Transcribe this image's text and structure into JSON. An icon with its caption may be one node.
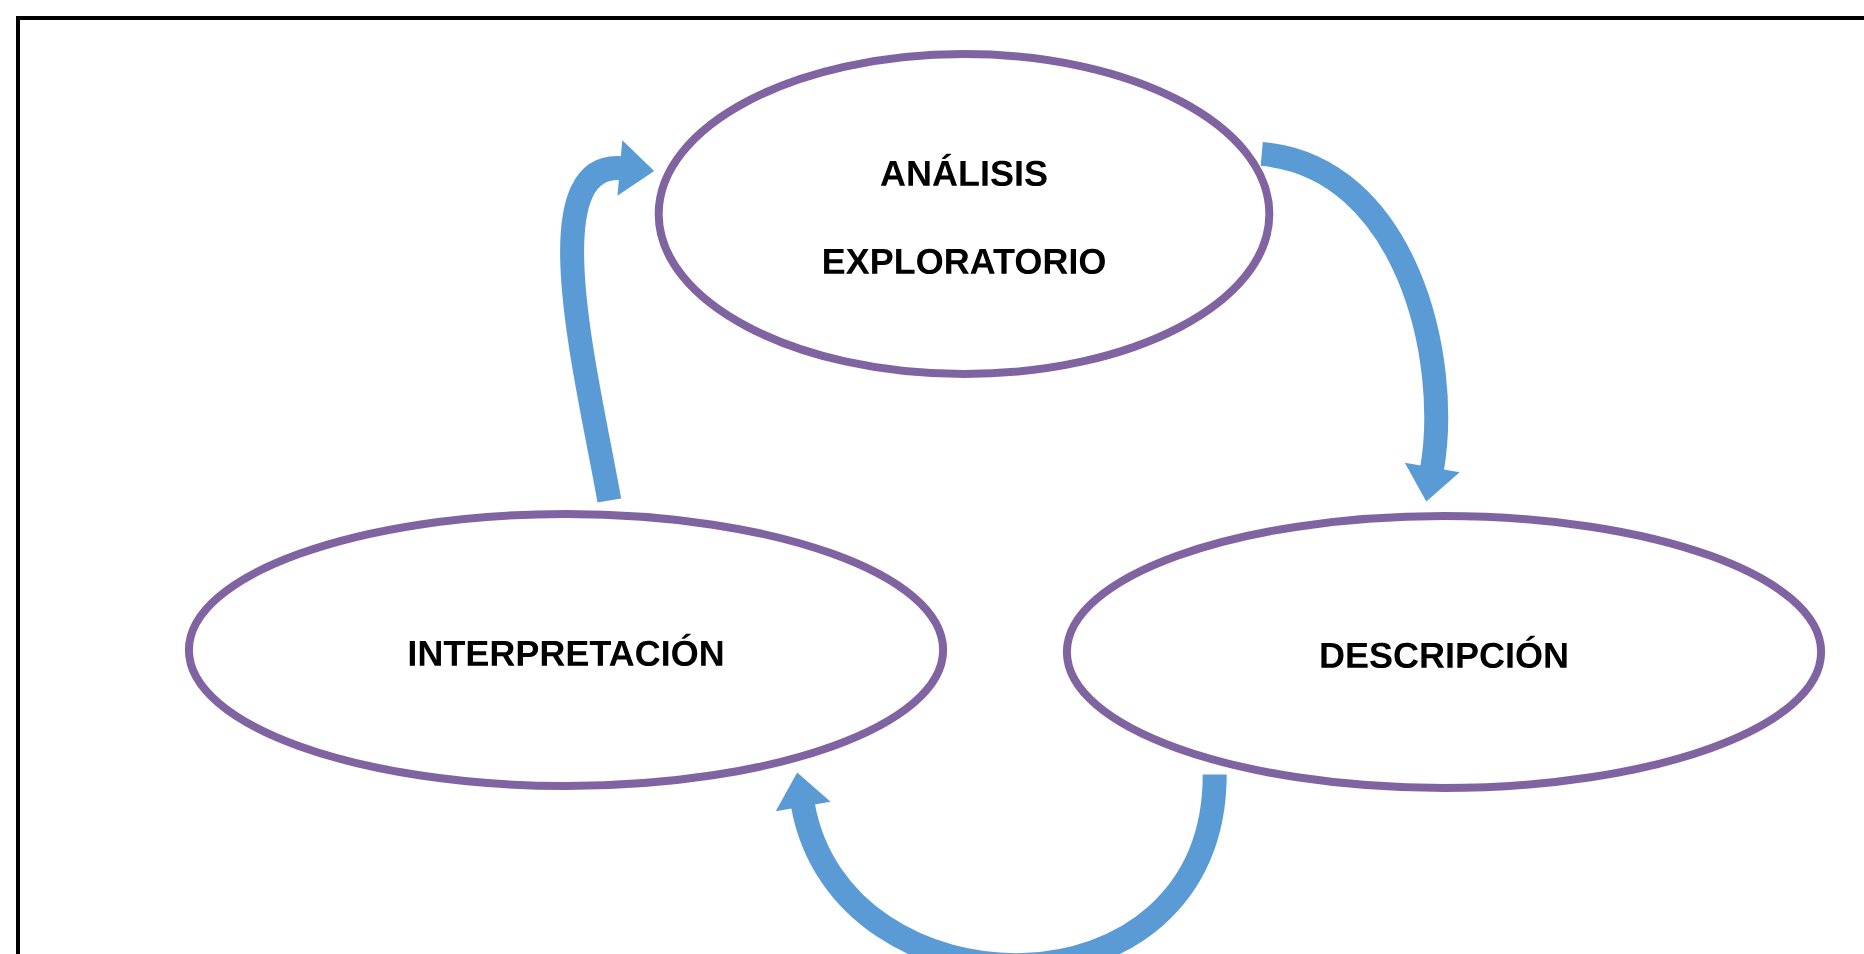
{
  "diagram": {
    "nodes": [
      {
        "text": [
          "ANÁLISIS EXPLORATORIO"
        ]
      },
      {
        "text": [
          "INTERPRETACIÓN"
        ]
      },
      {
        "text": [
          "DESCRIPCIÓN"
        ]
      }
    ],
    "edges": [
      {
        "from": 0,
        "to": 2,
        "arrow": "to"
      },
      {
        "from": 2,
        "to": 1,
        "arrow": "to"
      },
      {
        "from": 1,
        "to": 0,
        "arrow": "to"
      }
    ]
  }
}
